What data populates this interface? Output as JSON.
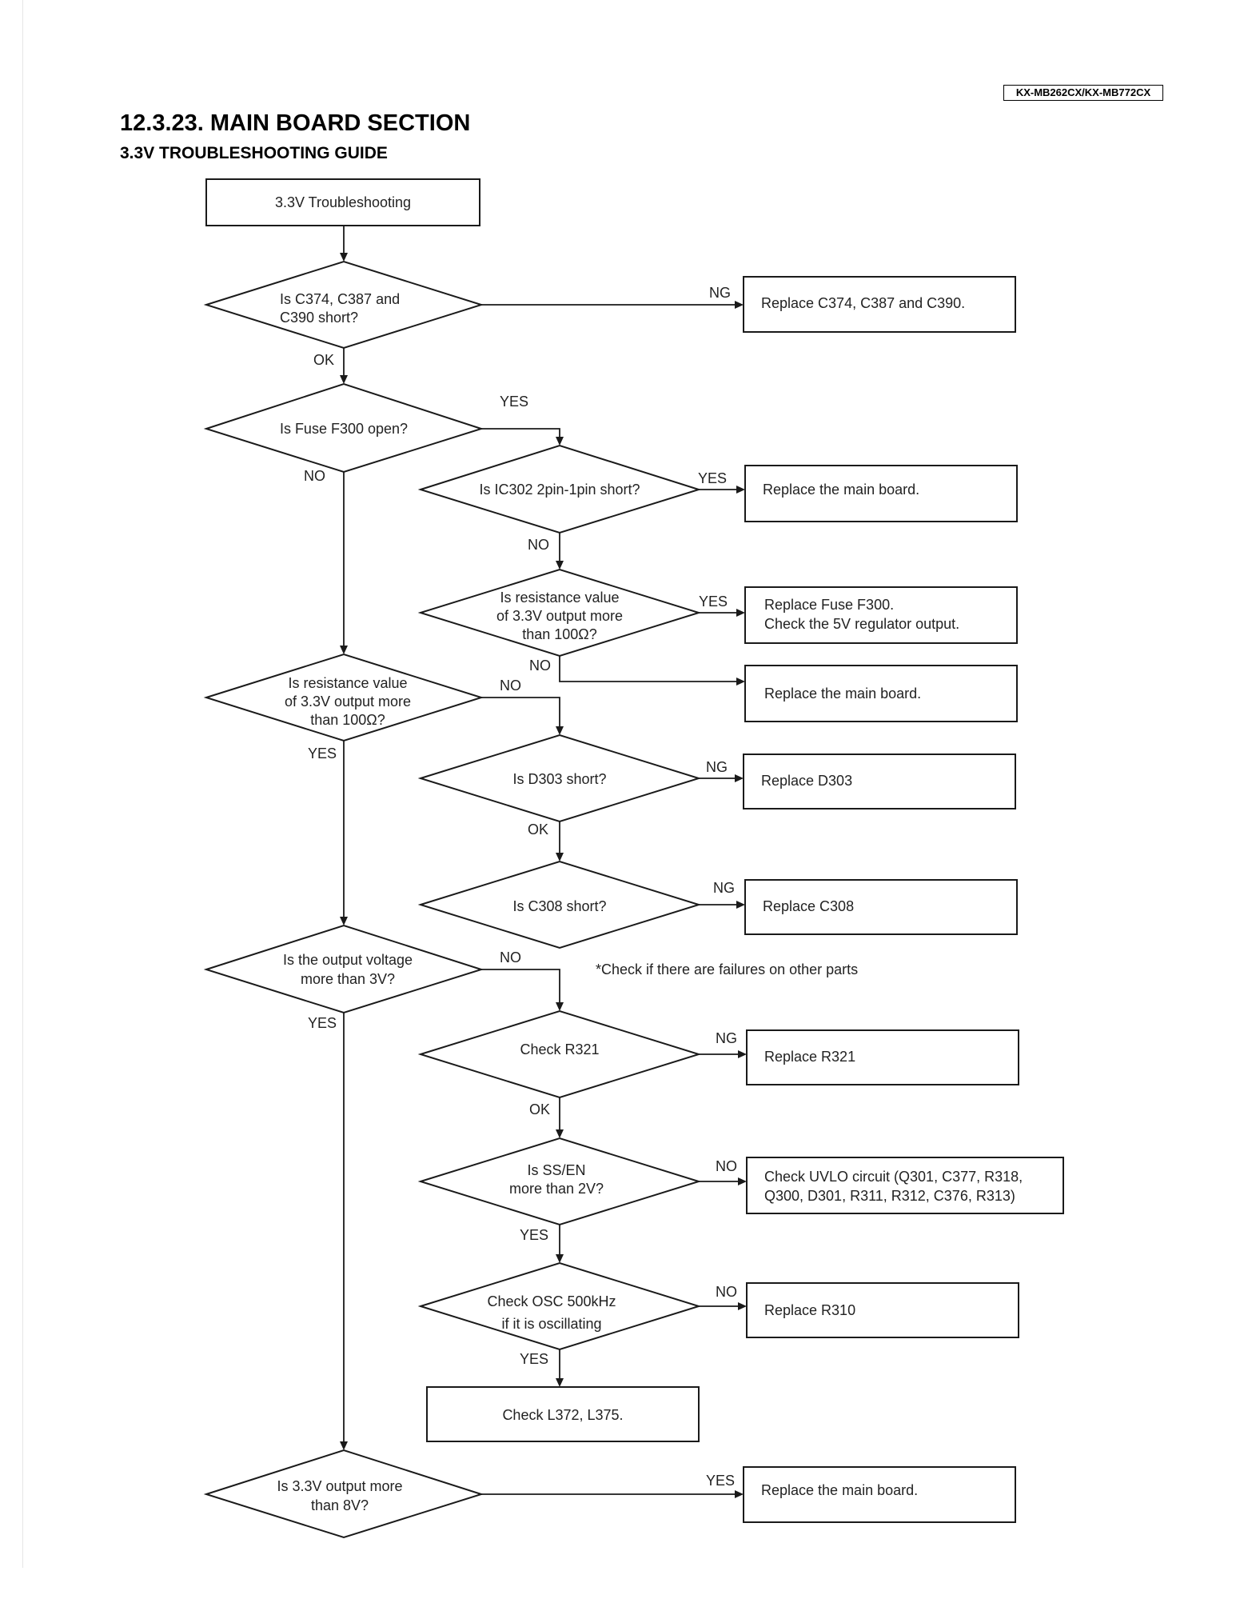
{
  "header": {
    "model": "KX-MB262CX/KX-MB772CX",
    "section_title": "12.3.23.  MAIN BOARD SECTION",
    "guide_title": "3.3V TROUBLESHOOTING GUIDE"
  },
  "flowchart": {
    "start": "3.3V Troubleshooting",
    "d_caps": [
      "Is C374, C387 and",
      "C390 short?"
    ],
    "d_fuse": "Is Fuse F300 open?",
    "d_ic302": "Is IC302 2pin-1pin short?",
    "d_res1": [
      "Is resistance value",
      "of 3.3V output more",
      "than 100Ω?"
    ],
    "d_res2": [
      "Is resistance value",
      "of 3.3V output more",
      "than 100Ω?"
    ],
    "d_d303": "Is D303 short?",
    "d_c308": "Is C308 short?",
    "d_voltage": [
      "Is the output voltage",
      "more than 3V?"
    ],
    "d_r321": "Check R321",
    "d_ssen": [
      "Is SS/EN",
      "more than 2V?"
    ],
    "d_osc": [
      "Check OSC 500kHz",
      "if it is oscillating"
    ],
    "d_8v": [
      "Is 3.3V output more",
      "than 8V?"
    ],
    "a_caps": "Replace C374, C387 and C390.",
    "a_main1": "Replace the main board.",
    "a_fuse": [
      "Replace Fuse F300.",
      "Check the 5V regulator output."
    ],
    "a_main2": "Replace the main board.",
    "a_d303": "Replace D303",
    "a_c308": "Replace C308",
    "a_r321": "Replace R321",
    "a_uvlo": [
      "Check UVLO circuit (Q301, C377, R318,",
      "Q300, D301, R311, R312, C376, R313)"
    ],
    "a_r310": "Replace R310",
    "a_l372": "Check L372, L375.",
    "a_main3": "Replace the main board.",
    "note": "*Check if there are failures on other parts",
    "labels": {
      "ng": "NG",
      "ok": "OK",
      "yes": "YES",
      "no": "NO"
    }
  }
}
